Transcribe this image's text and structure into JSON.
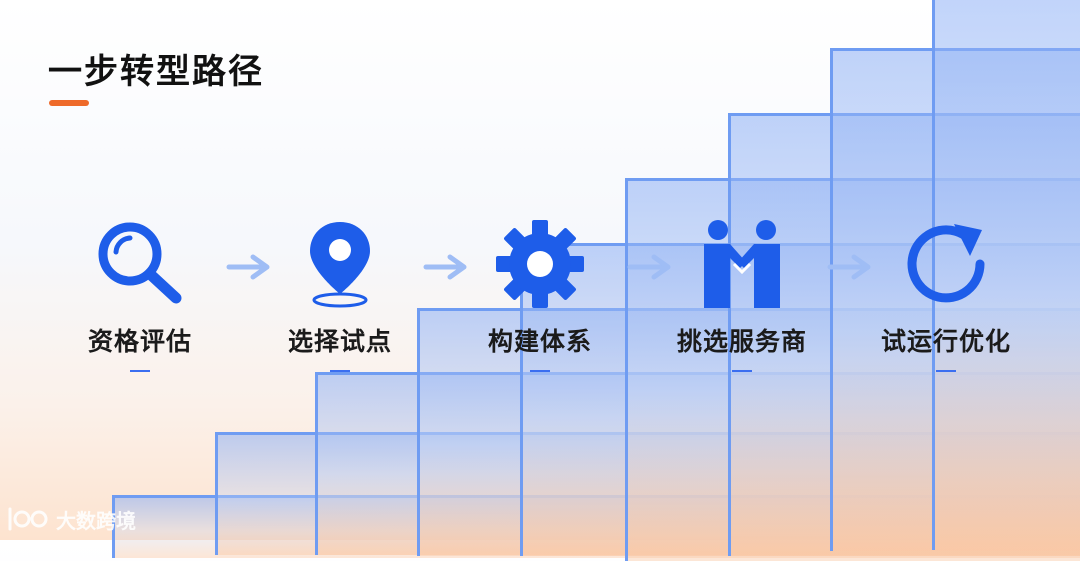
{
  "title": "一步转型路径",
  "steps": [
    {
      "label": "资格评估",
      "icon": "magnifier-icon"
    },
    {
      "label": "选择试点",
      "icon": "location-pin-icon"
    },
    {
      "label": "构建体系",
      "icon": "gear-icon"
    },
    {
      "label": "挑选服务商",
      "icon": "handshake-icon"
    },
    {
      "label": "试运行优化",
      "icon": "refresh-icon"
    }
  ],
  "watermark": "大数跨境",
  "colors": {
    "accent": "#1e5de9",
    "title_bar": "#ee6a2a",
    "arrow": "#9fbdf5"
  }
}
